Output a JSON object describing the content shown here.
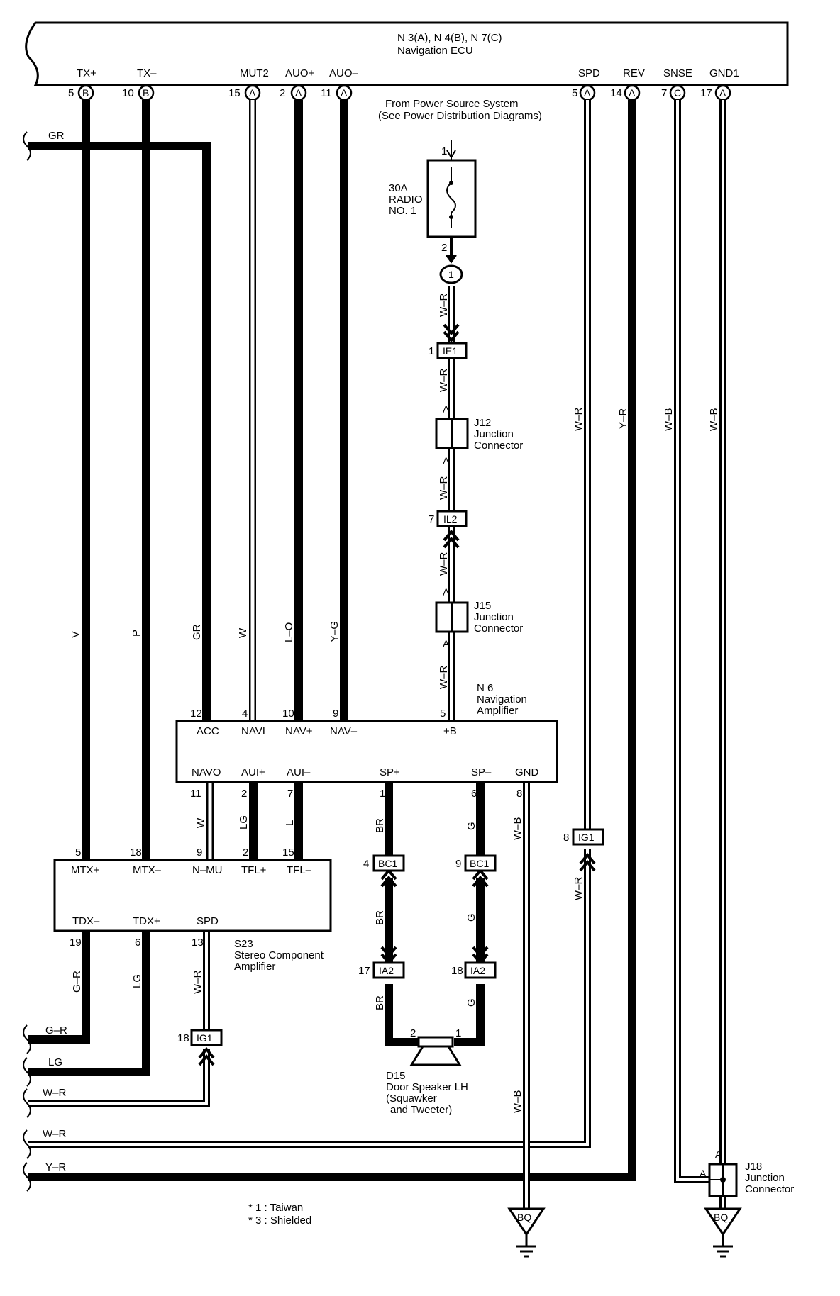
{
  "ecu": {
    "title_line1": "N 3(A), N 4(B), N 7(C)",
    "title_line2": "Navigation ECU",
    "terminals": [
      {
        "name": "TX+",
        "pin": "5",
        "conn": "B"
      },
      {
        "name": "TX–",
        "pin": "10",
        "conn": "B"
      },
      {
        "name": "MUT2",
        "pin": "15",
        "conn": "A"
      },
      {
        "name": "AUO+",
        "pin": "2",
        "conn": "A"
      },
      {
        "name": "AUO–",
        "pin": "11",
        "conn": "A"
      },
      {
        "name": "SPD",
        "pin": "5",
        "conn": "A"
      },
      {
        "name": "REV",
        "pin": "14",
        "conn": "A"
      },
      {
        "name": "SNSE",
        "pin": "7",
        "conn": "C"
      },
      {
        "name": "GND1",
        "pin": "17",
        "conn": "A"
      }
    ]
  },
  "power": {
    "source_line1": "From Power Source System",
    "source_line2": "(See Power Distribution Diagrams)",
    "fuse_line1": "30A",
    "fuse_line2": "RADIO",
    "fuse_line3": "NO. 1",
    "fuse_pin_top": "1",
    "fuse_pin_bottom": "2",
    "note_marker": "1"
  },
  "connectors": {
    "ie1": {
      "label": "IE1",
      "pin": "1"
    },
    "il2": {
      "label": "IL2",
      "pin": "7"
    },
    "ig1_right": {
      "label": "IG1",
      "pin": "8"
    },
    "ig1_left": {
      "label": "IG1",
      "pin": "18"
    },
    "bc1_left": {
      "label": "BC1",
      "pin": "4"
    },
    "bc1_right": {
      "label": "BC1",
      "pin": "9"
    },
    "ia2_left": {
      "label": "IA2",
      "pin": "17"
    },
    "ia2_right": {
      "label": "IA2",
      "pin": "18"
    }
  },
  "junctions": {
    "j12": {
      "line1": "J12",
      "line2": "Junction",
      "line3": "Connector",
      "pin": "A"
    },
    "j15": {
      "line1": "J15",
      "line2": "Junction",
      "line3": "Connector",
      "pin": "A"
    },
    "j18": {
      "line1": "J18",
      "line2": "Junction",
      "line3": "Connector",
      "pin": "A"
    }
  },
  "amplifier": {
    "line1": "N 6",
    "line2": "Navigation",
    "line3": "Amplifier",
    "top_terminals": [
      {
        "name": "ACC",
        "pin": "12"
      },
      {
        "name": "NAVI",
        "pin": "4"
      },
      {
        "name": "NAV+",
        "pin": "10"
      },
      {
        "name": "NAV–",
        "pin": "9"
      },
      {
        "name": "+B",
        "pin": "5"
      }
    ],
    "bottom_terminals": [
      {
        "name": "NAVO",
        "pin": "11"
      },
      {
        "name": "AUI+",
        "pin": "2"
      },
      {
        "name": "AUI–",
        "pin": "7"
      },
      {
        "name": "SP+",
        "pin": "1"
      },
      {
        "name": "SP–",
        "pin": "6"
      },
      {
        "name": "GND",
        "pin": "8"
      }
    ]
  },
  "stereo": {
    "line1": "S23",
    "line2": "Stereo Component",
    "line3": "Amplifier",
    "top_terminals": [
      {
        "name": "MTX+",
        "pin": "5"
      },
      {
        "name": "MTX–",
        "pin": "18"
      },
      {
        "name": "N–MU",
        "pin": "9"
      },
      {
        "name": "TFL+",
        "pin": "2"
      },
      {
        "name": "TFL–",
        "pin": "15"
      }
    ],
    "bottom_terminals": [
      {
        "name": "TDX–",
        "pin": "19"
      },
      {
        "name": "TDX+",
        "pin": "6"
      },
      {
        "name": "SPD",
        "pin": "13"
      }
    ]
  },
  "speaker": {
    "line1": "D15",
    "line2": "Door Speaker LH",
    "line3": "(Squawker",
    "line4": "and Tweeter)",
    "pin_left": "2",
    "pin_right": "1"
  },
  "wire_colors": {
    "tx_plus": "V",
    "tx_minus": "P",
    "acc": "GR",
    "navi": "W",
    "nav_plus": "L–O",
    "nav_minus": "Y–G",
    "power": "W–R",
    "spd": "W–R",
    "rev": "Y–R",
    "snse": "W–B",
    "gnd1": "W–B",
    "navo": "W",
    "aui_plus": "LG",
    "aui_minus": "L",
    "sp_plus": "BR",
    "sp_minus": "G",
    "gnd": "W–B",
    "tdx_minus": "G–R",
    "tdx_plus": "LG",
    "s_spd": "W–R",
    "ig1_spd": "W–R"
  },
  "left_edge": {
    "gr": "GR",
    "g_r": "G–R",
    "lg": "LG",
    "w_r1": "W–R",
    "w_r2": "W–R",
    "y_r": "Y–R"
  },
  "grounds": {
    "left": "BQ",
    "right": "BQ"
  },
  "notes": {
    "note1": "* 1 : Taiwan",
    "note2": "* 3 : Shielded"
  }
}
